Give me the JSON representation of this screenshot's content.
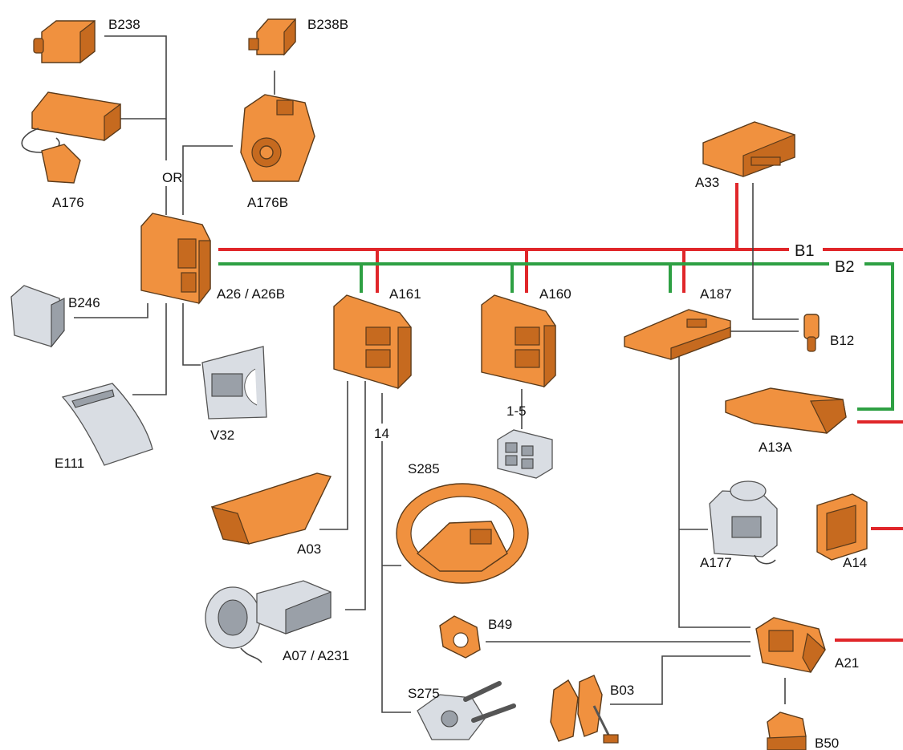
{
  "labels": {
    "b238": "B238",
    "b238b": "B238B",
    "a176": "A176",
    "a176b": "A176B",
    "or": "OR",
    "a26": "A26 / A26B",
    "b246": "B246",
    "e111": "E111",
    "v32": "V32",
    "a161": "A161",
    "a160": "A160",
    "a187": "A187",
    "a33": "A33",
    "b1": "B1",
    "b2": "B2",
    "b12": "B12",
    "a13a": "A13A",
    "range": "1-5",
    "n14": "14",
    "s285": "S285",
    "a03": "A03",
    "a07": "A07 / A231",
    "a177": "A177",
    "a14": "A14",
    "b49": "B49",
    "a21": "A21",
    "s275": "S275",
    "b03": "B03",
    "b50": "B50"
  },
  "bus_colors": {
    "b1": "#e0262a",
    "b2": "#2ea043"
  },
  "component_colors": {
    "module": "#f0913f",
    "sensor": "#d9dde3"
  }
}
